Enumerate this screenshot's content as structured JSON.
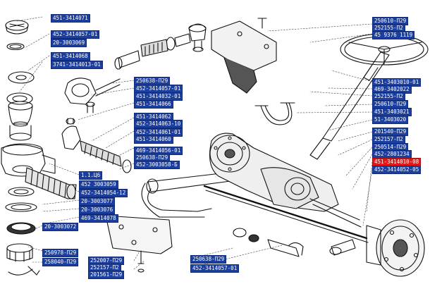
{
  "diagram": {
    "labels": [
      {
        "id": "l01",
        "text": "451-3414071",
        "hl": false
      },
      {
        "id": "l02",
        "text": "452-3414057-01",
        "hl": false
      },
      {
        "id": "l03",
        "text": "20-3003069",
        "hl": false
      },
      {
        "id": "l04",
        "text": "451-3414068",
        "hl": false
      },
      {
        "id": "l05",
        "text": "3741-3414013-01",
        "hl": false
      },
      {
        "id": "l06",
        "text": "250638-П29",
        "hl": false
      },
      {
        "id": "l07",
        "text": "452-3414057-01",
        "hl": false
      },
      {
        "id": "l08",
        "text": "451-3414032-01",
        "hl": false
      },
      {
        "id": "l09",
        "text": "451-3414066",
        "hl": false
      },
      {
        "id": "l10",
        "text": "451-3414062",
        "hl": false
      },
      {
        "id": "l11",
        "text": "452-3414063-10",
        "hl": false
      },
      {
        "id": "l12",
        "text": "452-3414061-01",
        "hl": false
      },
      {
        "id": "l13",
        "text": "451-3414060",
        "hl": false
      },
      {
        "id": "l14",
        "text": "469-3414056-01",
        "hl": false
      },
      {
        "id": "l15",
        "text": "250638-П29",
        "hl": false
      },
      {
        "id": "l16",
        "text": "452-3003058-Б",
        "hl": false
      },
      {
        "id": "l17",
        "text": "1.1.Ц6",
        "hl": false
      },
      {
        "id": "l18",
        "text": "452 3003059",
        "hl": false
      },
      {
        "id": "l19",
        "text": "452-3414054-12",
        "hl": false
      },
      {
        "id": "l20",
        "text": "20-3003077",
        "hl": false
      },
      {
        "id": "l21",
        "text": "20-3003076",
        "hl": false
      },
      {
        "id": "l22",
        "text": "469-3414078",
        "hl": false
      },
      {
        "id": "l23",
        "text": "20-3003072",
        "hl": false
      },
      {
        "id": "l24",
        "text": "250978-П29",
        "hl": false
      },
      {
        "id": "l25",
        "text": "258040-П29",
        "hl": false
      },
      {
        "id": "l26",
        "text": "252007-П29",
        "hl": false
      },
      {
        "id": "l27",
        "text": "252157-П2",
        "hl": false
      },
      {
        "id": "l28",
        "text": "201561-П29",
        "hl": false
      },
      {
        "id": "l29",
        "text": "250638-П29",
        "hl": false
      },
      {
        "id": "l30",
        "text": "452-3414057-01",
        "hl": false
      },
      {
        "id": "l31",
        "text": "250610-П29",
        "hl": false
      },
      {
        "id": "l32",
        "text": "252155-П2",
        "hl": false
      },
      {
        "id": "l33",
        "text": "45 9376 1119",
        "hl": false
      },
      {
        "id": "l34",
        "text": "451-3403010-01",
        "hl": false
      },
      {
        "id": "l35",
        "text": "469-3402022",
        "hl": false
      },
      {
        "id": "l36",
        "text": "252155-П2",
        "hl": false
      },
      {
        "id": "l37",
        "text": "250610-П29",
        "hl": false
      },
      {
        "id": "l38",
        "text": "451-3403021",
        "hl": false
      },
      {
        "id": "l39",
        "text": "51-3403020",
        "hl": false
      },
      {
        "id": "l40",
        "text": "201540-П29",
        "hl": false
      },
      {
        "id": "l41",
        "text": "252157-П2",
        "hl": false
      },
      {
        "id": "l42",
        "text": "250514-П29",
        "hl": false
      },
      {
        "id": "l43",
        "text": "452-2801234",
        "hl": false
      },
      {
        "id": "l44",
        "text": "451-3414010-08",
        "hl": true
      },
      {
        "id": "l45",
        "text": "452-3414052-05",
        "hl": false
      }
    ]
  }
}
